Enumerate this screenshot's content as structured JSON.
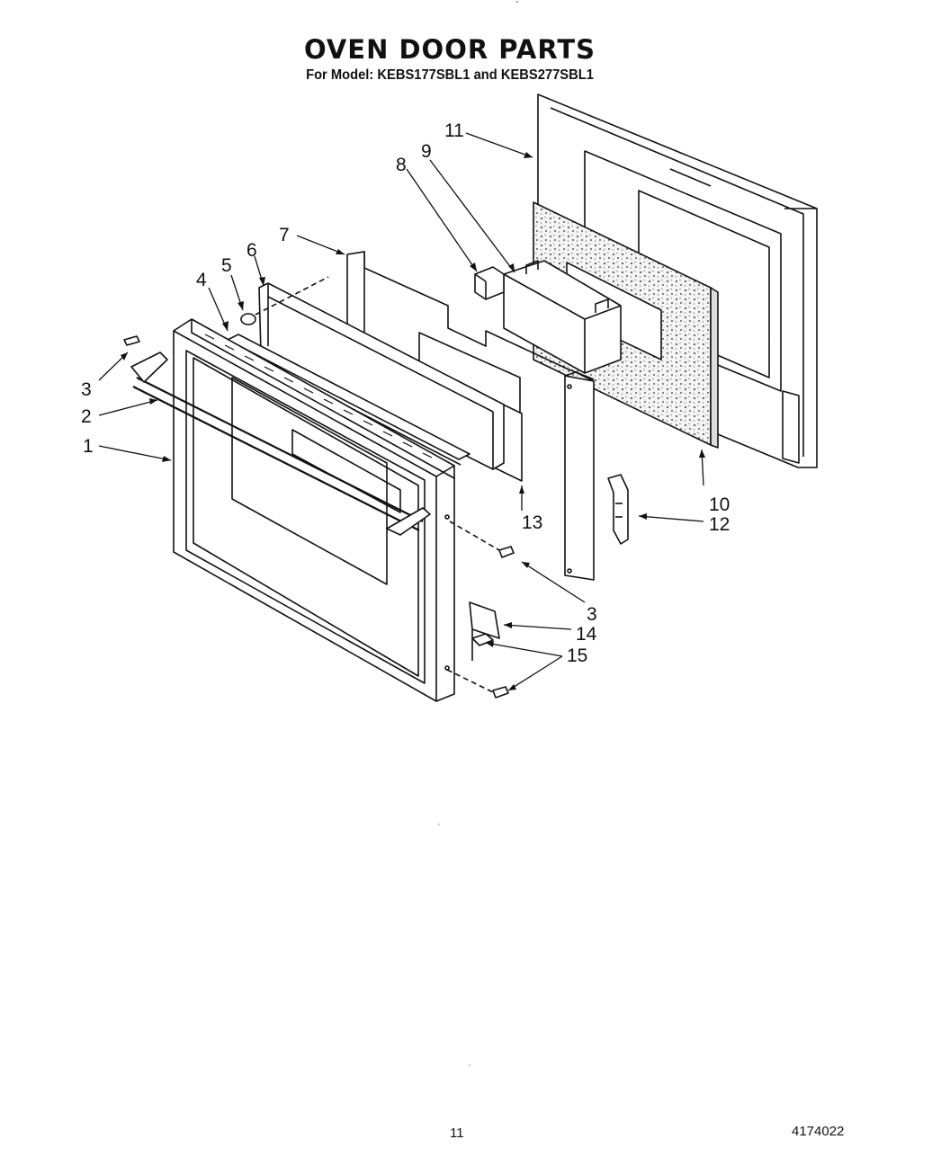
{
  "title": "OVEN DOOR PARTS",
  "subtitle": "For Model: KEBS177SBL1 and KEBS277SBL1",
  "callouts": {
    "c1": "1",
    "c2": "2",
    "c3a": "3",
    "c3b": "3",
    "c4": "4",
    "c5": "5",
    "c6": "6",
    "c7": "7",
    "c8": "8",
    "c9": "9",
    "c10": "10",
    "c11": "11",
    "c12": "12",
    "c13": "13",
    "c14": "14",
    "c15": "15"
  },
  "footer": {
    "page": "11",
    "doc_number": "4174022"
  },
  "colors": {
    "line": "#111111",
    "insulation": "#cfcfcf"
  }
}
